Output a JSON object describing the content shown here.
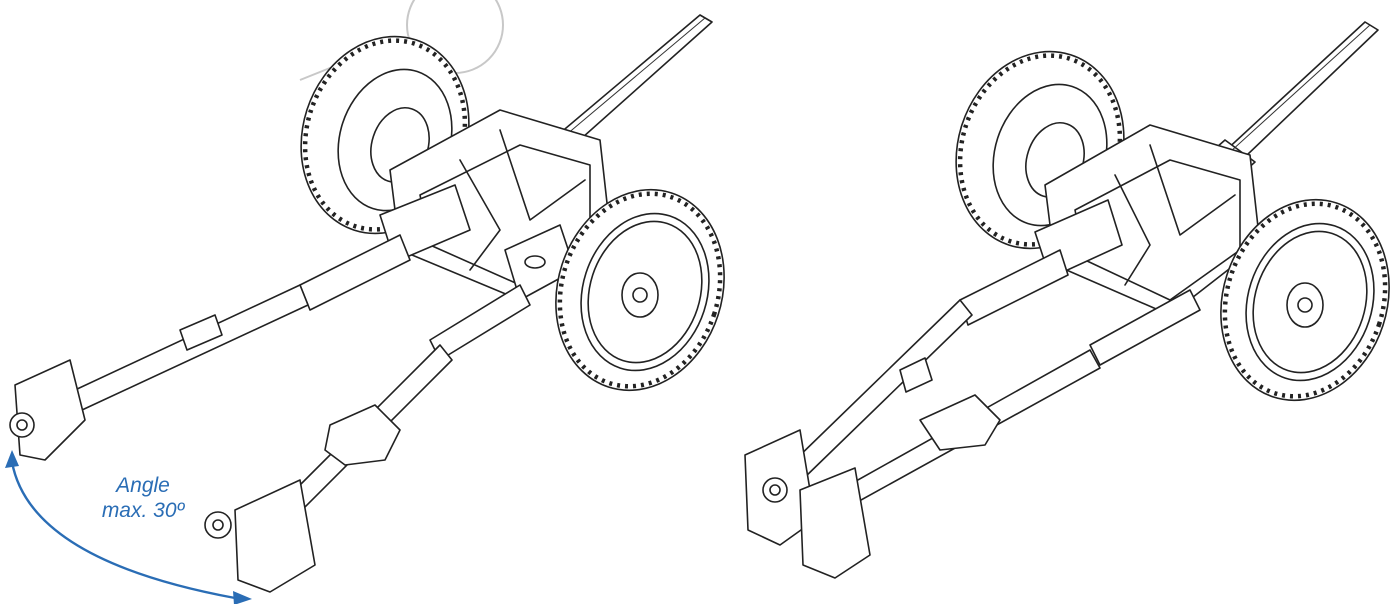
{
  "annotation": {
    "line1": "Angle",
    "line2": "max. 30º",
    "color": "#2a6db5"
  },
  "figures": [
    {
      "name": "gun-trails-spread-open"
    },
    {
      "name": "gun-trails-closed-together"
    }
  ]
}
